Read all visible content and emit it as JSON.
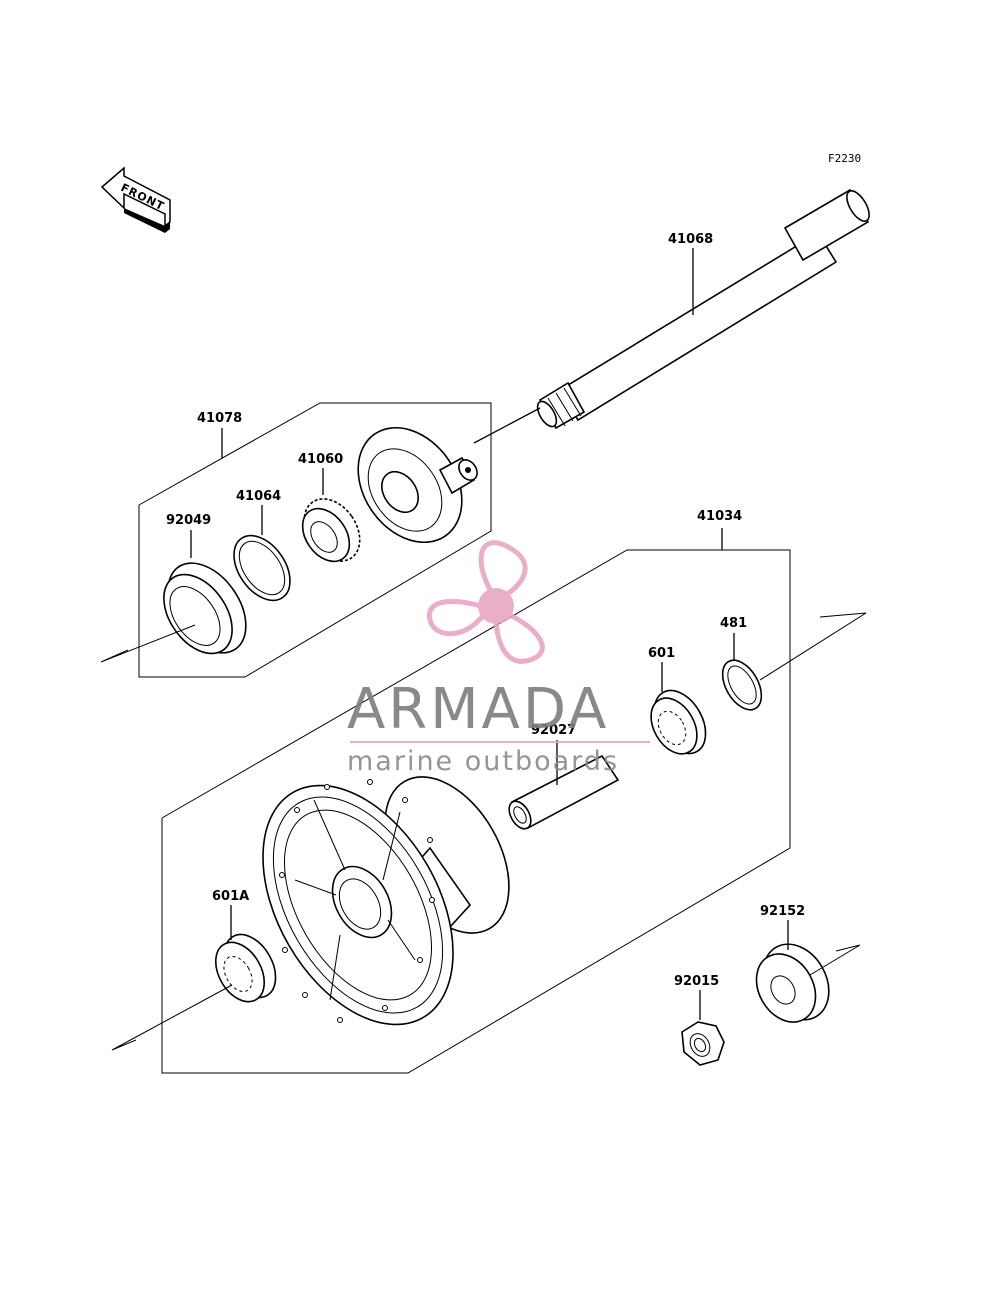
{
  "diagram": {
    "figure_code": "F2230",
    "front_label": "FRONT",
    "parts": [
      {
        "id": "p41068",
        "label": "41068"
      },
      {
        "id": "p41078",
        "label": "41078"
      },
      {
        "id": "p41060",
        "label": "41060"
      },
      {
        "id": "p41064",
        "label": "41064"
      },
      {
        "id": "p92049",
        "label": "92049"
      },
      {
        "id": "p41034",
        "label": "41034"
      },
      {
        "id": "p481",
        "label": "481"
      },
      {
        "id": "p601",
        "label": "601"
      },
      {
        "id": "p92027",
        "label": "92027"
      },
      {
        "id": "p601A",
        "label": "601A"
      },
      {
        "id": "p92152",
        "label": "92152"
      },
      {
        "id": "p92015",
        "label": "92015"
      }
    ]
  },
  "watermark": {
    "brand": "ARMADA",
    "tagline": "marine outboards",
    "accent_color": "#e8a6c4",
    "text_color": "#7d7d7d"
  }
}
